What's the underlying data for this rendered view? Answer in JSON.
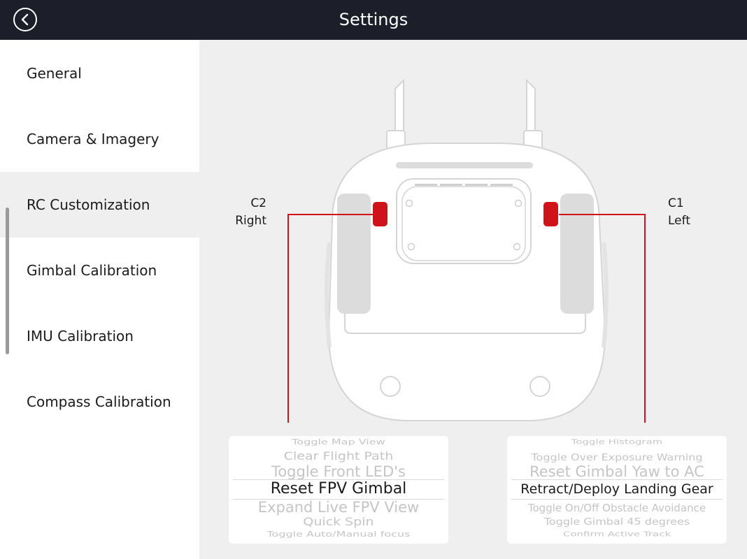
{
  "header": {
    "title": "Settings",
    "back_icon": "chevron-left-circle-icon"
  },
  "sidebar": {
    "items": [
      {
        "label": "General"
      },
      {
        "label": "Camera & Imagery"
      },
      {
        "label": "RC Customization",
        "active": true
      },
      {
        "label": "Gimbal Calibration"
      },
      {
        "label": "IMU Calibration"
      },
      {
        "label": "Compass Calibration"
      }
    ]
  },
  "rc": {
    "accent_color": "#d0121b",
    "c2": {
      "name": "C2",
      "side": "Right"
    },
    "c1": {
      "name": "C1",
      "side": "Left"
    }
  },
  "pickers": {
    "c2_options": [
      "Toggle Map View",
      "Clear Flight Path",
      "Toggle Front LED's",
      "Reset FPV Gimbal",
      "Expand Live FPV View",
      "Quick Spin",
      "Toggle Auto/Manual focus"
    ],
    "c2_selected": "Reset FPV Gimbal",
    "c1_options": [
      "Toggle Histogram",
      "Toggle Over Exposure Warning",
      "Reset Gimbal Yaw to AC",
      "Retract/Deploy Landing Gear",
      "Toggle On/Off Obstacle Avoidance",
      "Toggle Gimbal 45 degrees",
      "Confirm Active Track"
    ],
    "c1_selected": "Retract/Deploy Landing Gear"
  }
}
